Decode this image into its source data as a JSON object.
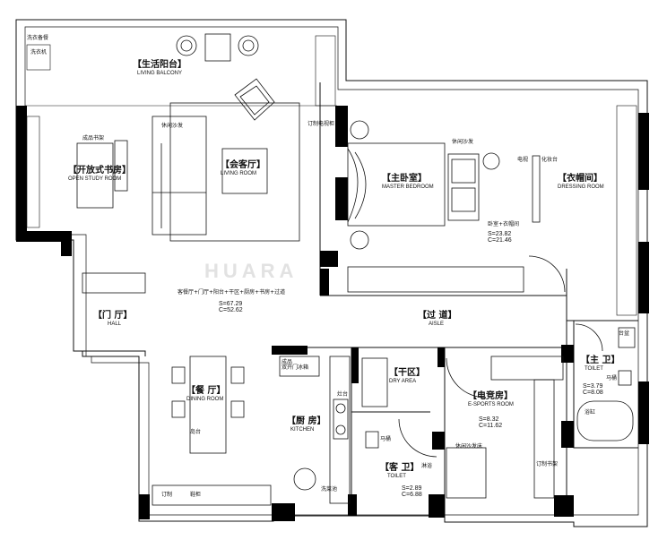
{
  "watermark": "HUARA",
  "rooms": {
    "balcony": {
      "cn": "【生活阳台】",
      "en": "LIVING BALCONY"
    },
    "study": {
      "cn": "【开放式书房】",
      "en": "OPEN STUDY ROOM"
    },
    "living": {
      "cn": "【会客厅】",
      "en": "LIVING ROOM"
    },
    "master": {
      "cn": "【主卧室】",
      "en": "MASTER BEDROOM"
    },
    "dressing": {
      "cn": "【衣帽间】",
      "en": "DRESSING ROOM"
    },
    "hall": {
      "cn": "【门 厅】",
      "en": "HALL"
    },
    "aisle": {
      "cn": "【过 道】",
      "en": "AISLE"
    },
    "dining": {
      "cn": "【餐 厅】",
      "en": "DINING ROOM"
    },
    "kitchen": {
      "cn": "【厨 房】",
      "en": "KITCHEN"
    },
    "dry": {
      "cn": "【干区】",
      "en": "DRY AREA"
    },
    "esports": {
      "cn": "【电竞房】",
      "en": "E-SPORTS ROOM"
    },
    "master_toilet": {
      "cn": "【主 卫】",
      "en": "TOILET"
    },
    "guest_toilet": {
      "cn": "【客 卫】",
      "en": "TOILET"
    }
  },
  "metrics": {
    "public": {
      "desc": "客餐厅+门厅+阳台+干区+厨房+书房+过道",
      "s": "S=67.29",
      "c": "C=52.62"
    },
    "master": {
      "desc": "卧室+衣帽间",
      "s": "S=23.82",
      "c": "C=21.46"
    },
    "esports": {
      "s": "S=8.32",
      "c": "C=11.62"
    },
    "master_toilet": {
      "s": "S=3.79",
      "c": "C=8.08"
    },
    "guest_toilet": {
      "s": "S=2.89",
      "c": "C=6.88"
    }
  },
  "furniture": {
    "laundry": "洗衣备餐",
    "washer": "洗衣机",
    "bookshelf": "成品书架",
    "leisure_sofa_living": "休闲沙发",
    "tv_cabinet": "订制电视柜",
    "leisure_sofa_bed": "休闲沙发",
    "tv": "电视",
    "dresser": "化妆台",
    "fridge": "成品\n双开门冰箱",
    "stove": "灶台",
    "island": "岛台",
    "sink": "洗菜池",
    "custom": "订制",
    "shoe": "鞋柜",
    "custom_bookshelf": "订制书架",
    "toilet": "马桶",
    "toilet2": "马桶",
    "wash_counter": "台盆",
    "bathtub": "浴缸",
    "shower": "淋浴",
    "sofa_bed": "休闲沙发床"
  },
  "colors": {
    "wall": "#000000",
    "line": "#111111"
  }
}
